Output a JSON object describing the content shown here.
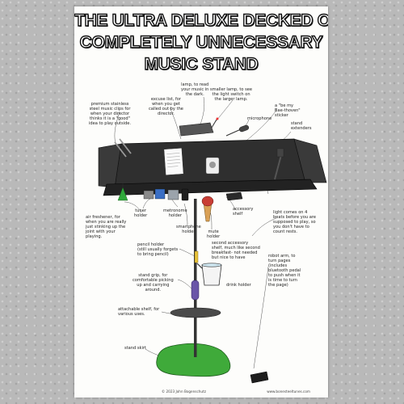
{
  "poster": {
    "title_lines": [
      "THE ULTRA DELUXE DECKED OUT",
      "COMPLETELY UNNECESSARY",
      "MUSIC STAND"
    ],
    "labels": {
      "lamp": "lamp, to read\nyour music in\nthe dark.",
      "smaller_lamp": "smaller lamp, to see\nthe light switch on\nthe larger lamp.",
      "excuse_list": "excuse list, for\nwhen you get\ncalled out by the\ndirector.",
      "premium_clips": "premium stainless\nsteel music clips for\nwhen your director\nthinks it is a \"good\"\nidea to play outside.",
      "microphone": "microphone",
      "sticker": "a \"be my\nBae-thoven\"\nsticker",
      "stand_extenders": "stand\nextenders",
      "tuner_holder": "tuner\nholder",
      "metronome_holder": "metronome\nholder",
      "smartphone_holder": "smartphone\nholder",
      "mute_holder": "mute\nholder",
      "accessory_shelf": "accessory\nshelf",
      "air_freshener": "air freshener, for\nwhen you are really\njust stinking up the\njoint with your\nplaying.",
      "light_comes_on": "light comes on 4\nbeats before you are\nsupposed to play, so\nyou don't have to\ncount rests.",
      "second_shelf": "second accessory\nshelf, much like second\nbreakfast- not needed\nbut nice to have",
      "pencil_holder": "pencil holder\n(still usually forgets\nto bring pencil)",
      "robot_arm": "robot arm, to\nturn pages\n(includes\nbluetooth pedal\nto push when it\nis time to turn\nthe page)",
      "drink_holder": "drink holder",
      "stand_grip": "stand grip, for\ncomfortable picking\nup and carrying\naround.",
      "attachable_shelf": "attachable shelf, for\nvarious uses.",
      "stand_skirt": "stand skirt"
    },
    "footer_left": "© 2023 John Bogenschutz",
    "footer_right": "www.bonesteeltunes.com"
  }
}
